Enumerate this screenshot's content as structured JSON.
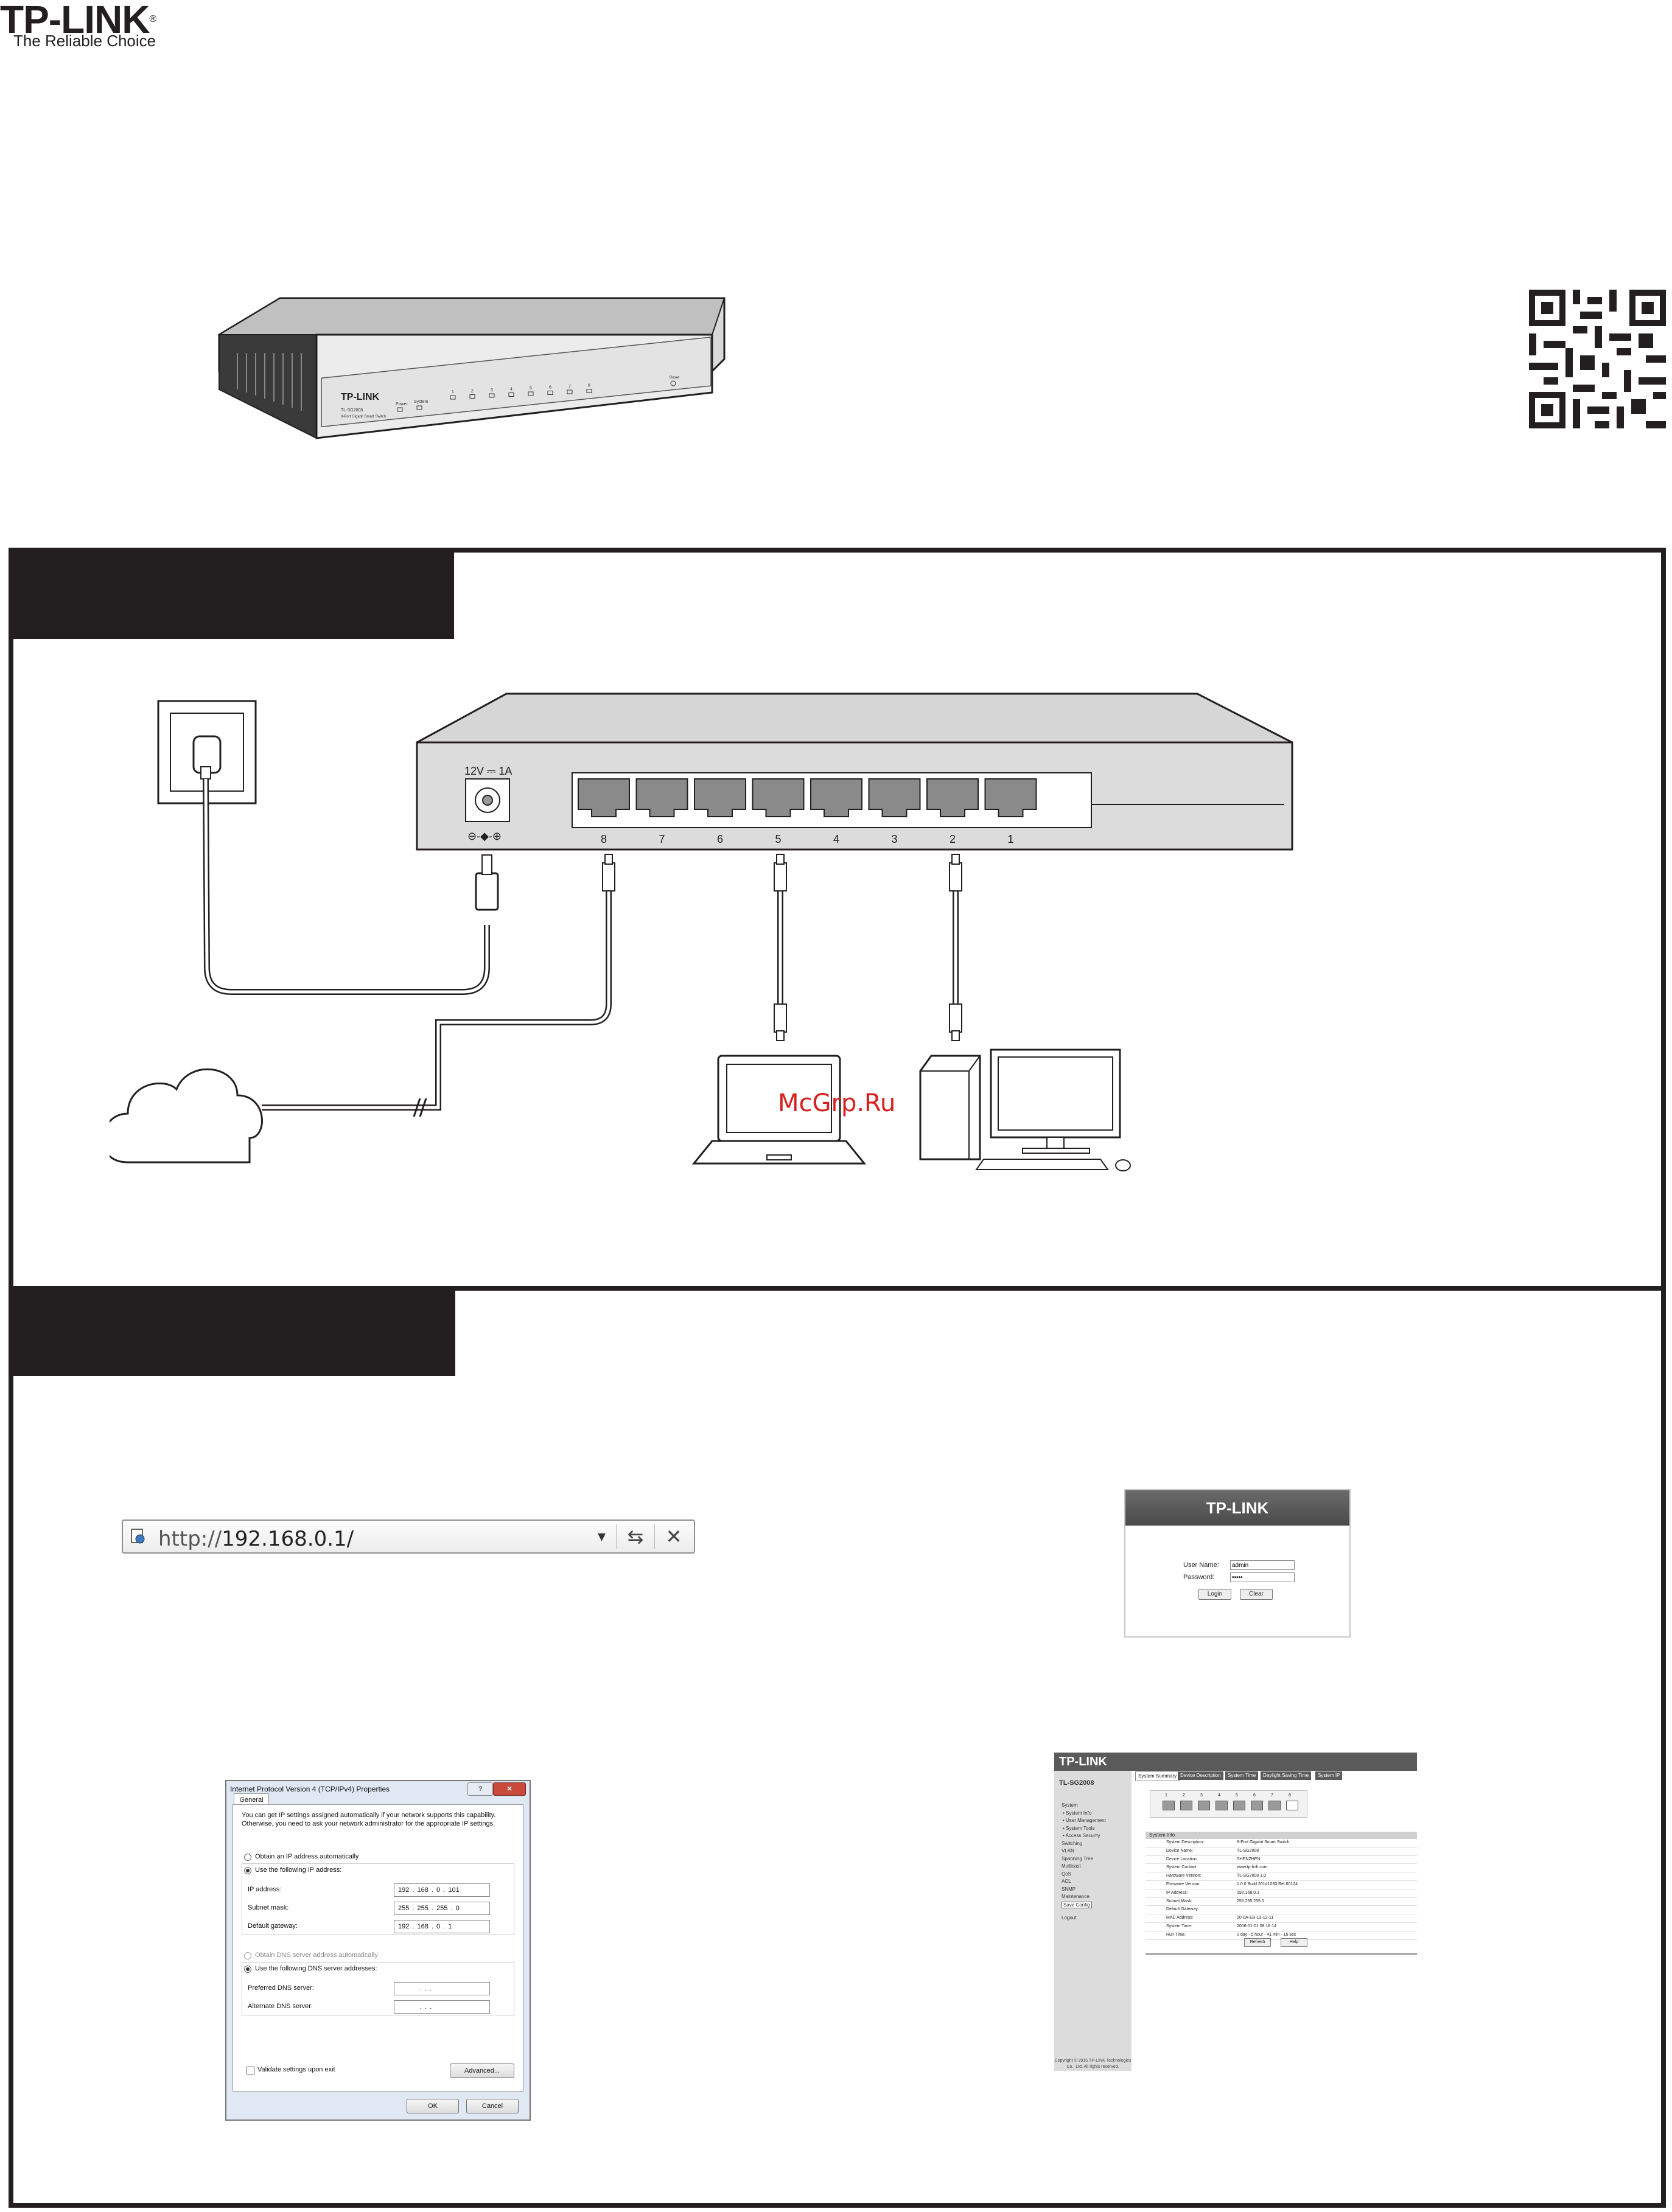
{
  "brand": {
    "logo": "TP-LINK",
    "registered": "®",
    "tagline": "The Reliable Choice"
  },
  "device_front": {
    "logo": "TP-LINK",
    "model": "TL-SG2008",
    "description": "8-Port Gigabit Smart Switch",
    "led_power": "Power",
    "led_system": "System",
    "reset": "Reset",
    "port_numbers": [
      "1",
      "2",
      "3",
      "4",
      "5",
      "6",
      "7",
      "8"
    ]
  },
  "section1": {
    "heading": ""
  },
  "section2": {
    "heading": ""
  },
  "rear_panel": {
    "power_rating": "12V ⎓ 1A",
    "polarity": "⊖-◆-⊕",
    "ports": [
      "8",
      "7",
      "6",
      "5",
      "4",
      "3",
      "2",
      "1"
    ]
  },
  "watermark": "McGrp.Ru",
  "browser": {
    "url_prefix": "http://",
    "url_host": "192.168.0.1/",
    "dropdown": "▾",
    "refresh": "⇆",
    "close": "✕"
  },
  "login": {
    "logo": "TP-LINK",
    "user_label": "User Name:",
    "user_value": "admin",
    "pass_label": "Password:",
    "pass_value": "•••••",
    "login_btn": "Login",
    "clear_btn": "Clear"
  },
  "tcpip": {
    "title": "Internet Protocol Version 4 (TCP/IPv4) Properties",
    "help": "?",
    "close": "✕",
    "tab": "General",
    "intro": "You can get IP settings assigned automatically if your network supports this capability. Otherwise, you need to ask your network administrator for the appropriate IP settings.",
    "auto_ip": "Obtain an IP address automatically",
    "use_ip": "Use the following IP address:",
    "ip_label": "IP address:",
    "ip_value": "192 . 168 .  0  . 101",
    "mask_label": "Subnet mask:",
    "mask_value": "255 . 255 . 255 .  0",
    "gw_label": "Default gateway:",
    "gw_value": "192 . 168 .  0  .  1",
    "auto_dns": "Obtain DNS server address automatically",
    "use_dns": "Use the following DNS server addresses:",
    "pdns_label": "Preferred DNS server:",
    "pdns_value": ".     .     .",
    "adns_label": "Alternate DNS server:",
    "adns_value": ".     .     .",
    "validate": "Validate settings upon exit",
    "advanced": "Advanced...",
    "ok": "OK",
    "cancel": "Cancel"
  },
  "webui": {
    "logo": "TP-LINK",
    "model": "TL-SG2008",
    "tabs": [
      "System Summary",
      "Device Description",
      "System Time",
      "Daylight Saving Time",
      "System IP"
    ],
    "menu": [
      "System",
      "• System Info",
      "• User Management",
      "• System Tools",
      "• Access Security",
      "Switching",
      "VLAN",
      "Spanning Tree",
      "Multicast",
      "QoS",
      "ACL",
      "SNMP",
      "Maintenance",
      "Save Config",
      "Logout"
    ],
    "port_numbers": [
      "1",
      "2",
      "3",
      "4",
      "5",
      "6",
      "7",
      "8"
    ],
    "info_header": "System Info",
    "info_rows": [
      {
        "k": "System Description:",
        "v": "8-Port Gigabit Smart Switch"
      },
      {
        "k": "Device Name:",
        "v": "TL-SG2008"
      },
      {
        "k": "Device Location:",
        "v": "SHENZHEN"
      },
      {
        "k": "System Contact:",
        "v": "www.tp-link.com"
      },
      {
        "k": "Hardware Version:",
        "v": "TL-SG2008 1.0"
      },
      {
        "k": "Firmware Version:",
        "v": "1.0.0 Build 20141030 Rel.60124"
      },
      {
        "k": "IP Address:",
        "v": "192.168.0.1"
      },
      {
        "k": "Subnet Mask:",
        "v": "255.255.255.0"
      },
      {
        "k": "Default Gateway:",
        "v": ""
      },
      {
        "k": "MAC Address:",
        "v": "00-0A-EB-13-12-11"
      },
      {
        "k": "System Time:",
        "v": "2006-01-01 08:18:14"
      },
      {
        "k": "Run Time:",
        "v": "0 day - 5 hour - 41 min - 15 sec"
      }
    ],
    "refresh": "Refresh",
    "help": "Help",
    "copyright": "Copyright © 2015 TP-LINK Technologies Co., Ltd. All rights reserved."
  }
}
